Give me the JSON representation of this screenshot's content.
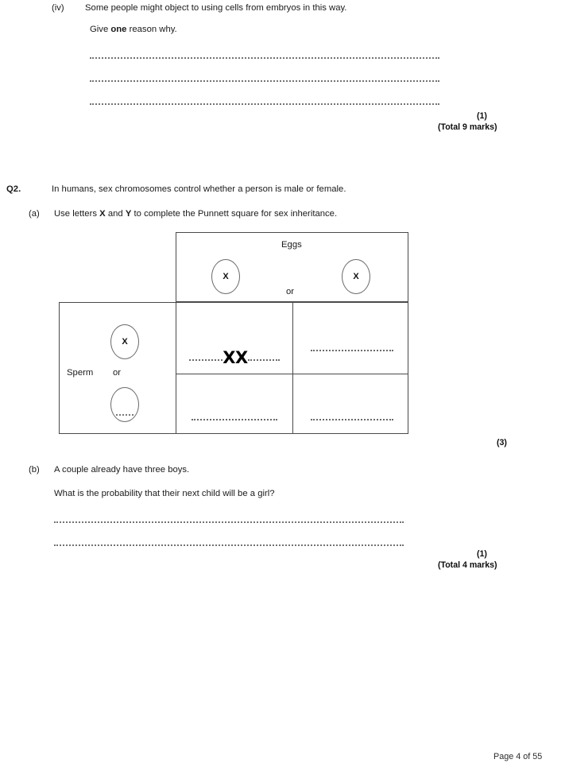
{
  "document": {
    "page_footer": "Page 4 of 55"
  },
  "question_1_part_iv": {
    "part_label": "(iv)",
    "line_1": "Some people might object to using cells from embryos in this way.",
    "line_2_pre": "Give ",
    "line_2_bold": "one",
    "line_2_post": " reason why.",
    "answer_lines": [
      "",
      "",
      ""
    ],
    "marks": "(1)",
    "total_marks": "(Total 9 marks)"
  },
  "question_2": {
    "number": "Q2.",
    "stem": "In humans, sex chromosomes control whether a person is male or female.",
    "part_a": {
      "label": "(a)",
      "text_pre": "Use letters ",
      "text_bold_1": "X",
      "text_mid": " and ",
      "text_bold_2": "Y",
      "text_post": " to complete the Punnett square for sex inheritance.",
      "marks": "(3)",
      "punnett": {
        "eggs_label": "Eggs",
        "sperm_label": "Sperm",
        "or_label_eggs": "or",
        "or_label_sperm": "or",
        "egg_gametes": [
          "X",
          "X"
        ],
        "sperm_gametes": [
          "X",
          ""
        ],
        "cells": [
          {
            "filled": true,
            "value": "XX"
          },
          {
            "filled": false,
            "value": ""
          },
          {
            "filled": false,
            "value": ""
          },
          {
            "filled": false,
            "value": ""
          }
        ]
      }
    },
    "part_b": {
      "label": "(b)",
      "line_1": "A couple already have three boys.",
      "line_2": "What is the probability that their next child will be a girl?",
      "answer_lines": [
        "",
        ""
      ],
      "marks": "(1)",
      "total_marks": "(Total 4 marks)"
    }
  }
}
